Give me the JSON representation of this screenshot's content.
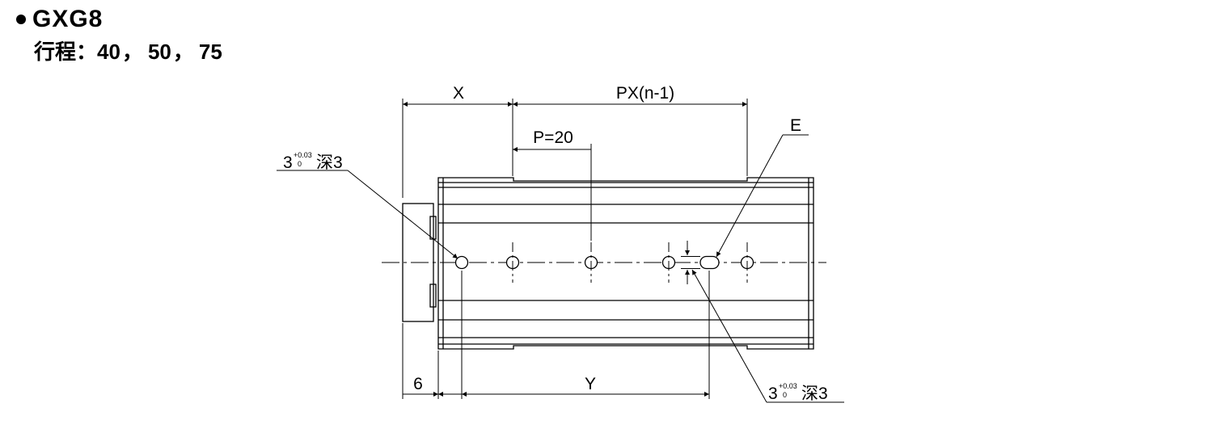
{
  "header": {
    "title": "GXG8",
    "stroke_label": "行程：",
    "stroke_values": [
      "40",
      "50",
      "75"
    ],
    "separator": "，"
  },
  "diagram": {
    "dim_x": "X",
    "dim_px": "PX(n-1)",
    "dim_p": "P=20",
    "dim_e": "E",
    "dim_6": "6",
    "dim_y": "Y",
    "hole_callout_left": {
      "main": "3",
      "tol_upper": "+0.03",
      "tol_lower": "0",
      "suffix": "深3"
    },
    "hole_callout_right": {
      "main": "3",
      "tol_upper": "+0.03",
      "tol_lower": "0",
      "suffix": "深3"
    }
  }
}
